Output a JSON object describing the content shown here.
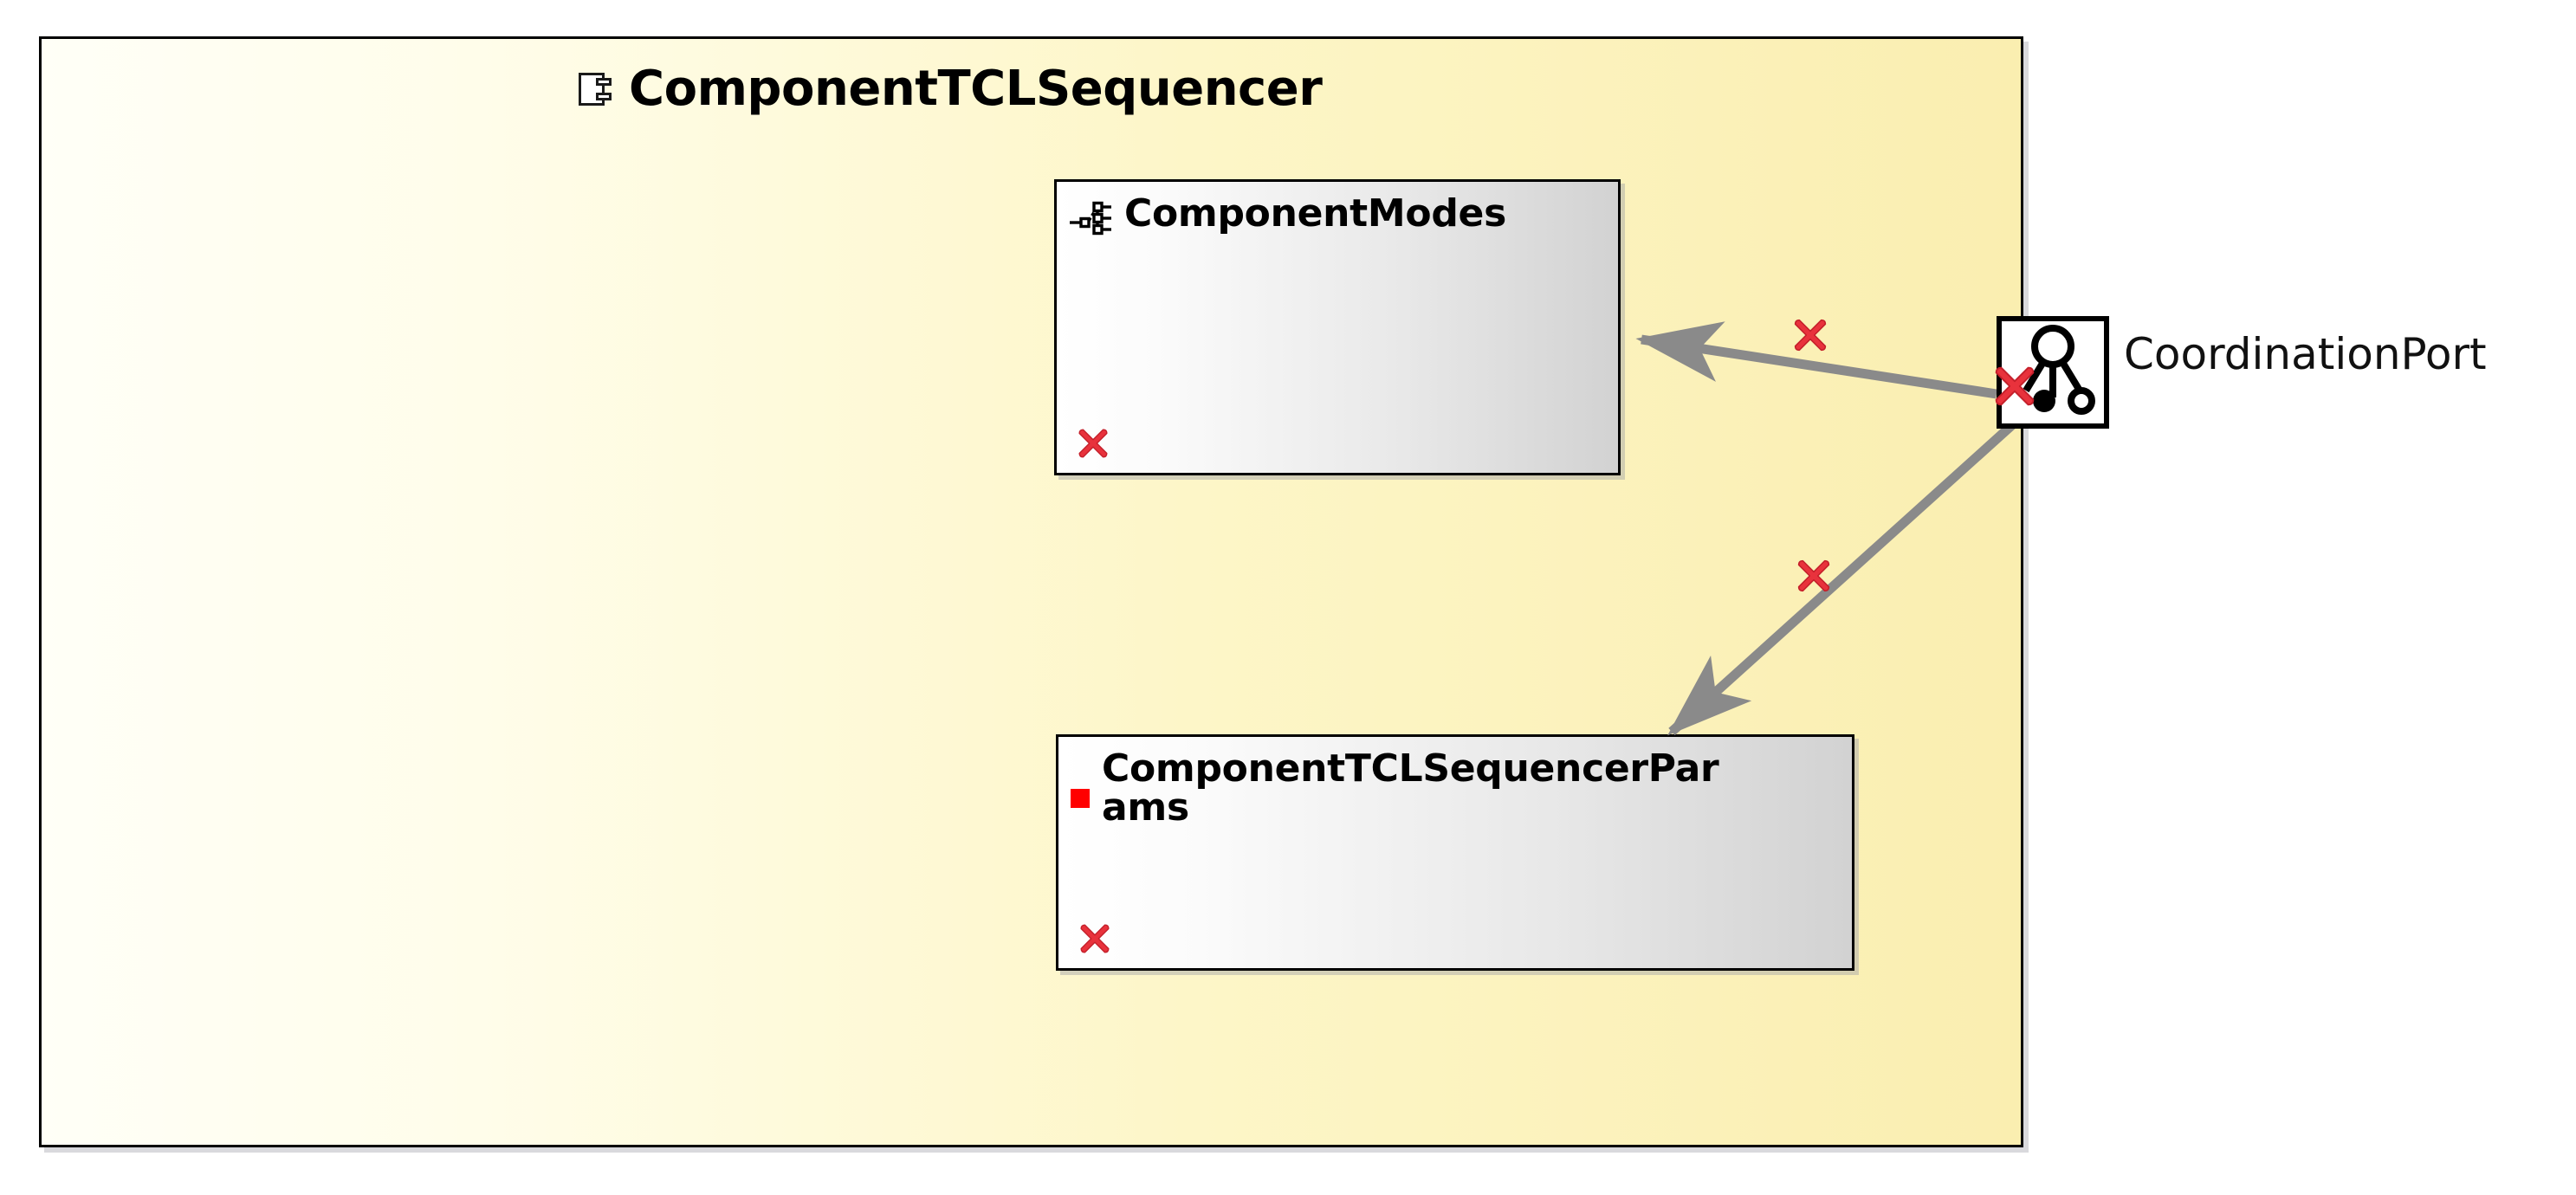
{
  "diagram": {
    "type": "uml-component-diagram",
    "container": {
      "title": "ComponentTCLSequencer",
      "icon": "component-icon",
      "fill_start": "#fffff7",
      "fill_end": "#faeeb0",
      "border_color": "#000000"
    },
    "elements": [
      {
        "id": "component-modes",
        "label": "ComponentModes",
        "icon": "modes-tree-icon",
        "error_marker": "red-x-icon",
        "fill_start": "#ffffff",
        "fill_end": "#d2d2d2"
      },
      {
        "id": "component-tcl-sequencer-params",
        "label": "ComponentTCLSequencerParams",
        "label_line_1": "ComponentTCLSequencerPar",
        "label_line_2": "ams",
        "icon": "red-square-icon",
        "icon_color": "#ff0000",
        "error_marker": "red-x-icon",
        "fill_start": "#ffffff",
        "fill_end": "#d2d2d2"
      }
    ],
    "port": {
      "id": "coordination-port",
      "label": "CoordinationPort",
      "icon": "port-icon",
      "error_marker": "red-x-icon",
      "border_color": "#000000"
    },
    "connectors": [
      {
        "id": "port-to-component-modes",
        "from": "coordination-port",
        "to": "component-modes",
        "color": "#8a8a8a",
        "arrowhead": "open-arrow",
        "error_marker": "red-x-icon"
      },
      {
        "id": "port-to-params",
        "from": "coordination-port",
        "to": "component-tcl-sequencer-params",
        "color": "#8a8a8a",
        "arrowhead": "open-arrow",
        "error_marker": "red-x-icon"
      }
    ],
    "colors": {
      "error_red": "#e8323c",
      "connector_gray": "#8a8a8a",
      "accent_yellow": "#faeeb0"
    }
  }
}
